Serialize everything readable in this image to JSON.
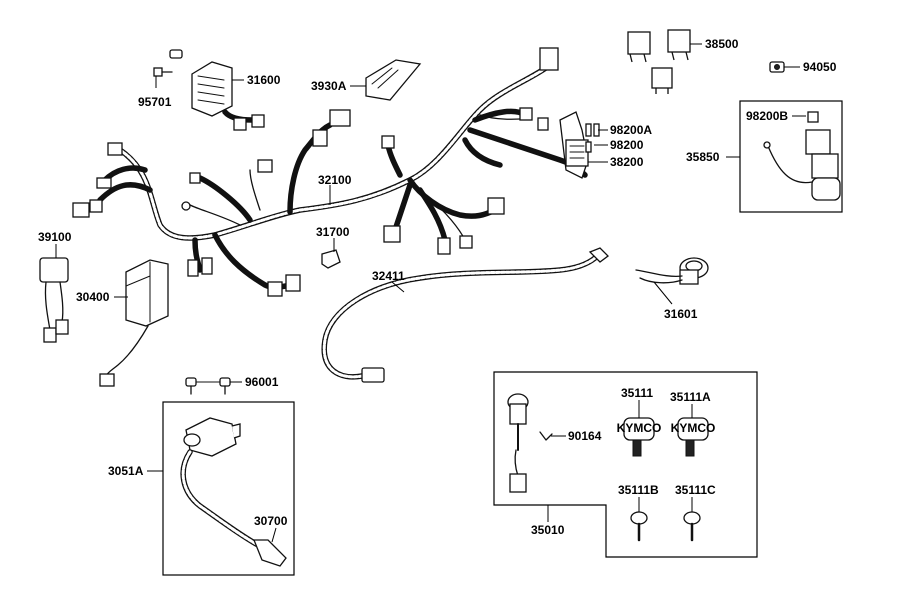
{
  "labels": {
    "p95701": "95701",
    "p31600": "31600",
    "p3930A": "3930A",
    "p38500": "38500",
    "p94050": "94050",
    "p98200B": "98200B",
    "p35850": "35850",
    "p98200A": "98200A",
    "p98200": "98200",
    "p38200": "38200",
    "p32100": "32100",
    "p39100": "39100",
    "p31700": "31700",
    "p32411": "32411",
    "p30400": "30400",
    "p31601": "31601",
    "p96001": "96001",
    "p3051A": "3051A",
    "p30700": "30700",
    "p35111": "35111",
    "p35111A": "35111A",
    "p90164": "90164",
    "p35111B": "35111B",
    "p35111C": "35111C",
    "p35010": "35010"
  },
  "key_logo": "KYMCO"
}
